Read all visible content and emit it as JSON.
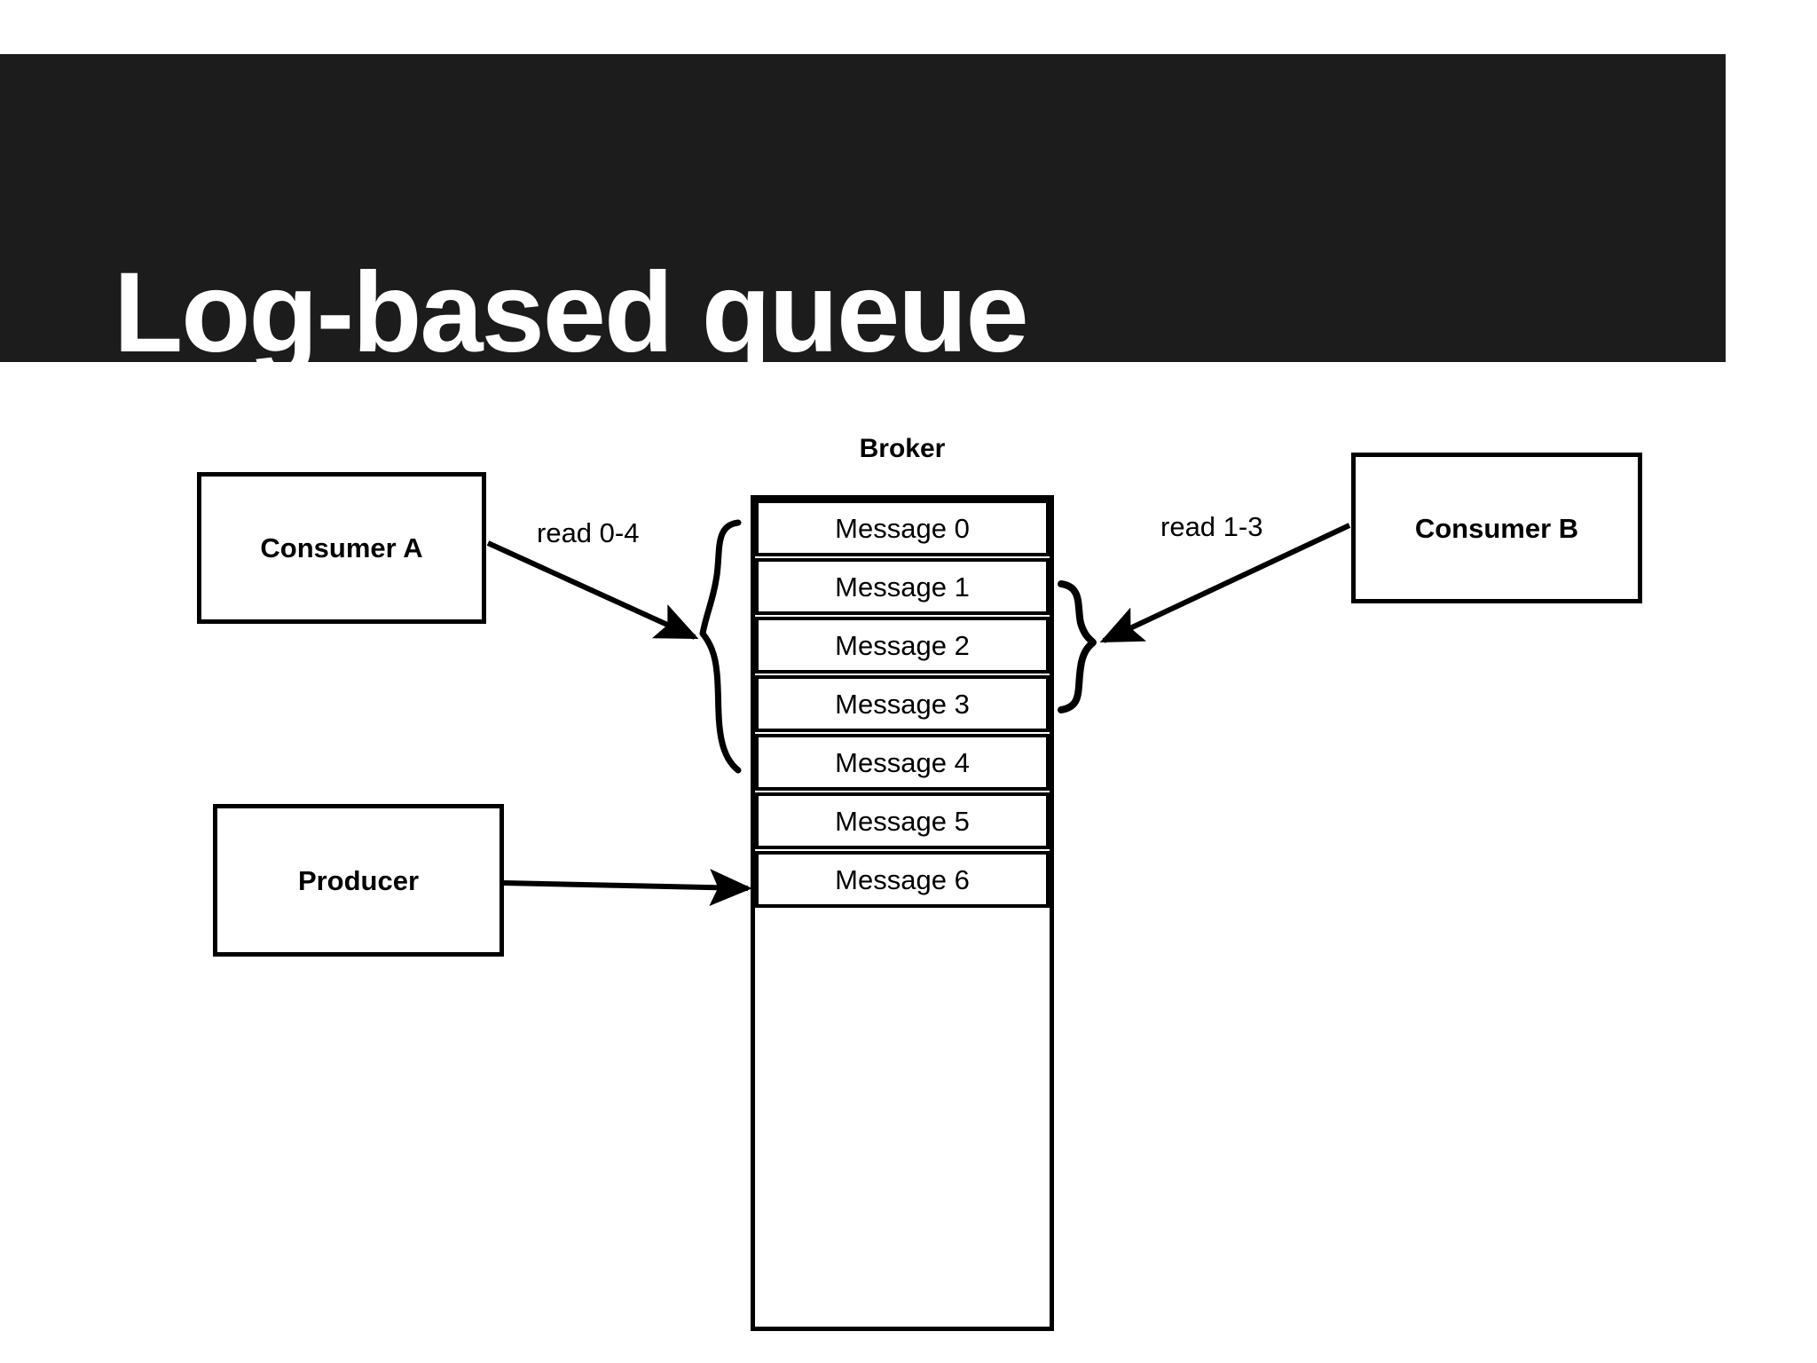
{
  "slide": {
    "title": "Log-based queue",
    "background_color": "#ffffff",
    "banner_color": "#1c1c1c",
    "title_color": "#ffffff",
    "stroke_color": "#000000"
  },
  "diagram": {
    "broker": {
      "label": "Broker",
      "messages": [
        {
          "label": "Message 0"
        },
        {
          "label": "Message 1"
        },
        {
          "label": "Message 2"
        },
        {
          "label": "Message 3"
        },
        {
          "label": "Message 4"
        },
        {
          "label": "Message 5"
        },
        {
          "label": "Message 6"
        }
      ]
    },
    "nodes": {
      "consumer_a": {
        "label": "Consumer A"
      },
      "consumer_b": {
        "label": "Consumer B"
      },
      "producer": {
        "label": "Producer"
      }
    },
    "edges": {
      "consumer_a_read": {
        "label": "read 0-4"
      },
      "consumer_b_read": {
        "label": "read 1-3"
      },
      "producer_write": {
        "label": ""
      }
    },
    "braces": {
      "left_brace": {
        "covers": "Message 0 - Message 4"
      },
      "right_brace": {
        "covers": "Message 1 - Message 3"
      }
    }
  }
}
